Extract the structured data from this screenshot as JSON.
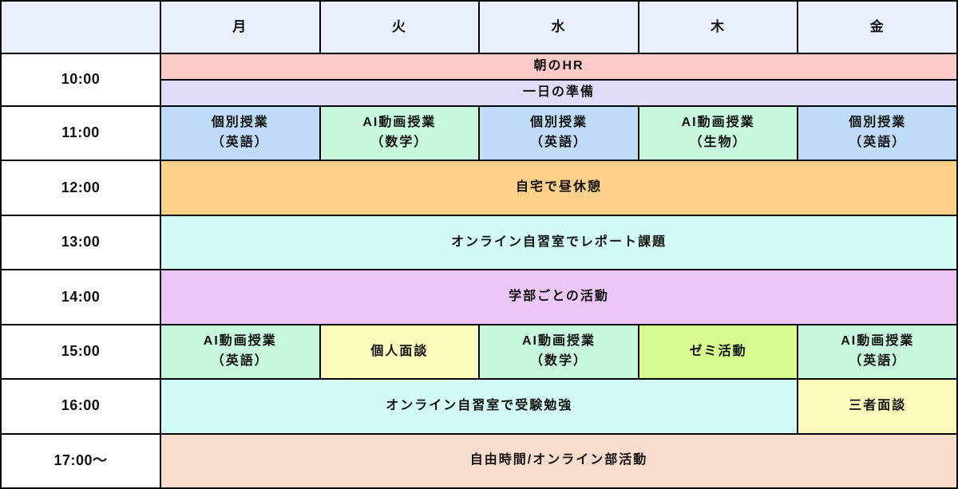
{
  "header": {
    "corner": "",
    "bg": "#e9effc",
    "days": [
      {
        "label": "月"
      },
      {
        "label": "火"
      },
      {
        "label": "水"
      },
      {
        "label": "木"
      },
      {
        "label": "金"
      }
    ]
  },
  "colors": {
    "border": "#000000",
    "time_column_bg": "#ffffff",
    "header_bg": "#e9effc"
  },
  "rows": [
    {
      "time": "10:00",
      "bands": [
        {
          "label": "朝のHR",
          "bg": "#fdcaca"
        },
        {
          "label": "一日の準備",
          "bg": "#dfdef8"
        }
      ]
    },
    {
      "time": "11:00",
      "cells": [
        {
          "label": "個別授業\n（英語）",
          "bg": "#bedcf8"
        },
        {
          "label": "AI動画授業\n（数学）",
          "bg": "#c7f7dc"
        },
        {
          "label": "個別授業\n（英語）",
          "bg": "#bedcf8"
        },
        {
          "label": "AI動画授業\n（生物）",
          "bg": "#c7f7dc"
        },
        {
          "label": "個別授業\n（英語）",
          "bg": "#bedcf8"
        }
      ]
    },
    {
      "time": "12:00",
      "span": {
        "label": "自宅で昼休憩",
        "bg": "#fdd089"
      }
    },
    {
      "time": "13:00",
      "span": {
        "label": "オンライン自習室でレポート課題",
        "bg": "#d2fbf6"
      }
    },
    {
      "time": "14:00",
      "span": {
        "label": "学部ごとの活動",
        "bg": "#ecc6f7"
      }
    },
    {
      "time": "15:00",
      "cells": [
        {
          "label": "AI動画授業\n（英語）",
          "bg": "#c7f7dc"
        },
        {
          "label": "個人面談",
          "bg": "#fafabc"
        },
        {
          "label": "AI動画授業\n（数学）",
          "bg": "#c7f7dc"
        },
        {
          "label": "ゼミ活動",
          "bg": "#d7fb8f"
        },
        {
          "label": "AI動画授業\n（英語）",
          "bg": "#c7f7dc"
        }
      ]
    },
    {
      "time": "16:00",
      "span4": {
        "label": "オンライン自習室で受験勉強",
        "bg": "#d2fbf6"
      },
      "friday": {
        "label": "三者面談",
        "bg": "#fafabc"
      }
    },
    {
      "time": "17:00～",
      "span": {
        "label": "自由時間/オンライン部活動",
        "bg": "#f9ddcc"
      }
    }
  ]
}
